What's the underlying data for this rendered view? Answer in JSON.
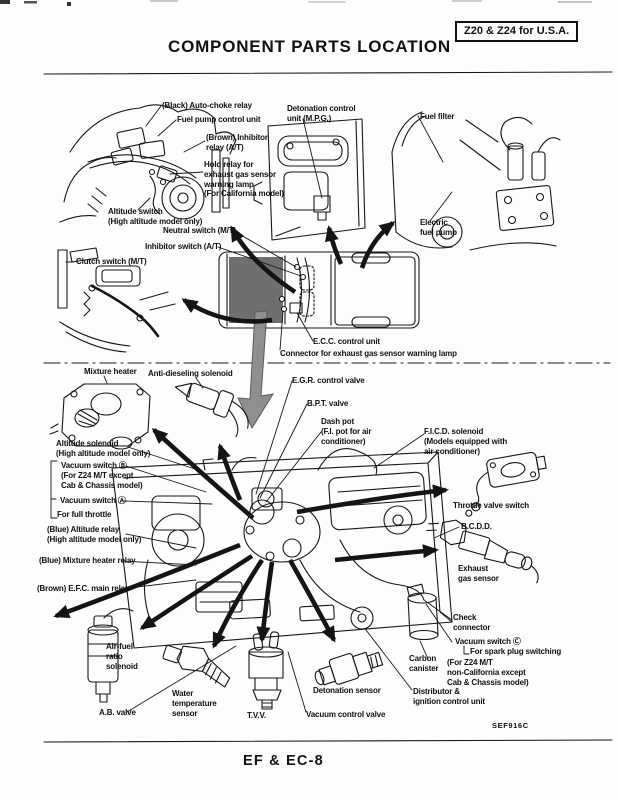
{
  "header": {
    "title": "COMPONENT PARTS LOCATION",
    "badge": "Z20 & Z24 for U.S.A."
  },
  "upper": {
    "labels": {
      "auto_choke_relay": "(Black) Auto-choke relay",
      "fuel_pump_control_unit": "Fuel pump control unit",
      "inhibitor_relay": "(Brown) Inhibitor\nrelay (A/T)",
      "hold_relay": "Hold relay for\nexhaust gas sensor\nwarning lamp\n(For California model)",
      "altitude_switch": "Altitude switch\n(High altitude model only)",
      "neutral_switch": "Neutral switch (M/T)",
      "inhibitor_switch": "Inhibitor switch (A/T)",
      "clutch_switch": "Clutch switch (M/T)",
      "detonation_control_unit": "Detonation control\nunit (M.P.G.)",
      "fuel_filter": "Fuel filter",
      "electric_fuel_pump": "Electric\nfuel pump",
      "ecc_control_unit": "E.C.C. control unit",
      "warning_lamp_connector": "Connector for exhaust gas sensor warning lamp"
    }
  },
  "lower": {
    "labels": {
      "mixture_heater": "Mixture heater",
      "anti_dieseling_solenoid": "Anti-dieseling solenoid",
      "egr_control_valve": "E.G.R. control valve",
      "bpt_valve": "B.P.T. valve",
      "dash_pot": "Dash pot\n(F.I. pot for air\nconditioner)",
      "ficd_solenoid": "F.I.C.D. solenoid\n(Models equipped with\nair conditioner)",
      "altitude_solenoid": "Altitude solenoid\n(High altitude model only)",
      "vacuum_switch_b": "Vacuum switch Ⓑ\n(For Z24 M/T except\nCab & Chassis model)",
      "vacuum_switch_a": "Vacuum switch Ⓐ",
      "full_throttle": "For full throttle",
      "blue_altitude_relay": "(Blue) Altitude relay\n(High altitude model only)",
      "blue_mixture_heater_relay": "(Blue) Mixture heater relay",
      "brown_efc_main_relay": "(Brown) E.F.C. main relay",
      "throttle_valve_switch": "Throttle valve switch",
      "bcdd": "B.C.D.D.",
      "exhaust_gas_sensor": "Exhaust\ngas sensor",
      "check_connector": "Check\nconnector",
      "vacuum_switch_c": "Vacuum switch Ⓒ",
      "spark_plug_switching": "For spark plug switching",
      "z24_exception": "(For Z24 M/T\nnon-California except\nCab & Chassis model)",
      "carbon_canister": "Carbon\ncanister",
      "distributor": "Distributor &\nignition control unit",
      "air_fuel_ratio_solenoid": "Air-fuel\nratio\nsolenoid",
      "ab_valve": "A.B. valve",
      "water_temp_sensor": "Water\ntemperature\nsensor",
      "tvv": "T.V.V.",
      "detonation_sensor": "Detonation sensor",
      "vacuum_control_valve": "Vacuum control valve"
    }
  },
  "footer": {
    "figure_code": "SEF916C",
    "page_ref": "EF & EC-8"
  }
}
